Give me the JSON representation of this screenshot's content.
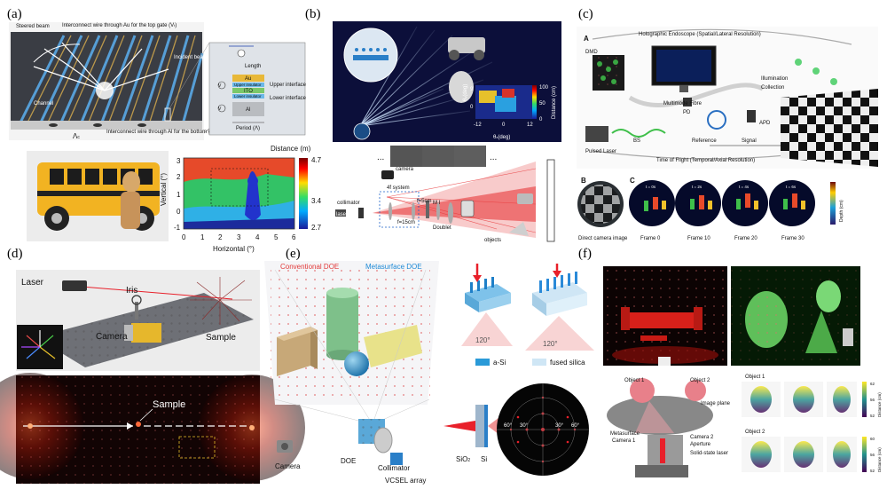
{
  "panels": {
    "a": {
      "label": "(a)",
      "steered_beam": "Steered beam",
      "top_gate_note": "Interconnect wire through Au for the top gate (V",
      "top_gate_sub": "t",
      "top_gate_end": ")",
      "incident_beam": "Incident beam",
      "channel": "Channel",
      "bottom_gate_note": "Interconnect wire through Al for the bottom gate (V",
      "bottom_gate_sub": "b",
      "bottom_gate_end": ")",
      "lambda_c": "Λ",
      "lambda_sub": "c",
      "stack": {
        "length": "Length",
        "au": "Au",
        "upper_insulator": "Upper insulator",
        "ito": "ITO",
        "lower_insulator": "Lower insulator",
        "al": "Al",
        "period": "Period (Λ)",
        "upper_interface": "Upper interface",
        "lower_interface": "Lower interface",
        "vt": "V",
        "vb": "V"
      },
      "heatmap": {
        "colorbar_title": "Distance (m)",
        "colorbar_ticks": [
          "4.7",
          "3.4",
          "2.7"
        ],
        "ylabel": "Vertical (°)",
        "xlabel": "Horizontal (°)",
        "yticks": [
          "3",
          "2",
          "1",
          "0",
          "-1"
        ],
        "xticks": [
          "0",
          "1",
          "2",
          "3",
          "4",
          "5",
          "6"
        ]
      }
    },
    "b": {
      "label": "(b)",
      "inset_ylabel": "θ",
      "inset_xlabel": "θ",
      "inset_y_sub": "y",
      "inset_x_sub": "x",
      "inset_unit": "(deg)",
      "inset_xticks": [
        "-12",
        "0",
        "12"
      ],
      "inset_yticks": [
        "9",
        "0"
      ],
      "colorbar_ticks": [
        "100",
        "50",
        "0"
      ],
      "colorbar_label": "Distance (cm)",
      "ellipsis": "...",
      "camera": "camera",
      "four_f": "4f system",
      "f5": "f=5cm",
      "f15": "f=15cm",
      "mi": "M I",
      "laser": "laser",
      "collimator": "collimator",
      "doublet": "Doublet",
      "objects": "objects"
    },
    "c": {
      "label": "(c)",
      "sub_a": "A",
      "title": "Holographic Endoscope (Spatial/Lateral Resolution)",
      "dmd": "DMD",
      "illumination": "Illumination",
      "collection": "Collection",
      "multimode_fibre": "Multimode Fibre",
      "pd": "PD",
      "reference": "Reference",
      "signal": "Signal",
      "apd": "APD",
      "pulsed_laser": "Pulsed Laser",
      "bs": "BS",
      "tof": "Time of Flight (Temporal/Axial Resolution)",
      "sub_b": "B",
      "sub_c": "C",
      "direct_camera": "Direct camera image",
      "frames": [
        "Frame 0",
        "Frame 10",
        "Frame 20",
        "Frame 30"
      ],
      "times": [
        "t = 0s",
        "t = 2s",
        "t = 4s",
        "t = 6s"
      ],
      "depth_label": "Depth (cm)"
    },
    "d": {
      "label": "(d)",
      "laser": "Laser",
      "iris": "Iris",
      "camera": "Camera",
      "sample_top": "Sample",
      "sample_bottom": "Sample"
    },
    "e": {
      "label": "(e)",
      "conventional": "Conventional DOE",
      "metasurface": "Metasurface DOE",
      "angle": "120°",
      "a_si": "a-Si",
      "fused_silica": "fused silica",
      "doe": "DOE",
      "collimator": "Collimator",
      "vcsel": "VCSEL array",
      "camera": "Camera",
      "sio2": "SiO",
      "sio2_sub": "2",
      "si": "Si",
      "deg60": "60°",
      "deg30": "30°"
    },
    "f": {
      "label": "(f)",
      "object1": "Object 1",
      "object2": "Object 2",
      "image_plane": "Image plane",
      "metasurface": "Metasurface",
      "camera1": "Camera 1",
      "camera2": "Camera 2",
      "aperture": "Aperture",
      "solid_state_laser": "Solid-state laser",
      "distance_label": "Distance (cm)",
      "scale_top": [
        "62",
        "56",
        "52"
      ],
      "scale_bottom": [
        "60",
        "56",
        "52"
      ],
      "obj1_label": "Object 1",
      "obj2_label": "Object 2"
    }
  },
  "colors": {
    "laser_red": "#e8202a",
    "heat_blue": "#2233cc",
    "dark_bg": "#111111"
  }
}
